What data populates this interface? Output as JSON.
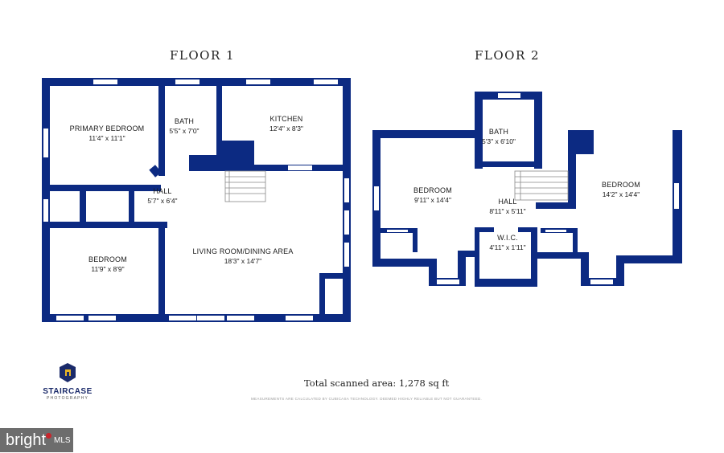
{
  "floors": [
    {
      "title": "FLOOR 1"
    },
    {
      "title": "FLOOR 2"
    }
  ],
  "rooms_floor1": [
    {
      "name": "PRIMARY BEDROOM",
      "dims": "11'4\" x 11'1\""
    },
    {
      "name": "BATH",
      "dims": "5'5\" x 7'0\""
    },
    {
      "name": "KITCHEN",
      "dims": "12'4\" x 8'3\""
    },
    {
      "name": "HALL",
      "dims": "5'7\" x 6'4\""
    },
    {
      "name": "BEDROOM",
      "dims": "11'9\" x 8'9\""
    },
    {
      "name": "LIVING ROOM/DINING AREA",
      "dims": "18'3\" x 14'7\""
    }
  ],
  "rooms_floor2": [
    {
      "name": "BATH",
      "dims": "5'3\" x 6'10\""
    },
    {
      "name": "BEDROOM",
      "dims": "9'11\" x 14'4\""
    },
    {
      "name": "HALL",
      "dims": "8'11\" x 5'11\""
    },
    {
      "name": "BEDROOM",
      "dims": "14'2\" x 14'4\""
    },
    {
      "name": "W.I.C.",
      "dims": "4'11\" x 1'11\""
    }
  ],
  "total_area": "Total scanned area: 1,278 sq ft",
  "disclaimer": "MEASUREMENTS ARE CALCULATED BY CUBICASA TECHNOLOGY. DEEMED HIGHLY RELIABLE BUT NOT GUARANTEED.",
  "logo": {
    "name": "STAIRCASE",
    "sub": "PHOTOGRAPHY"
  },
  "watermark": {
    "brand": "bright",
    "suffix": "MLS"
  },
  "colors": {
    "wall": "#0c2a82",
    "window": "#ffffff",
    "stair": "#ffffff",
    "logo": "#1a2a6a"
  }
}
